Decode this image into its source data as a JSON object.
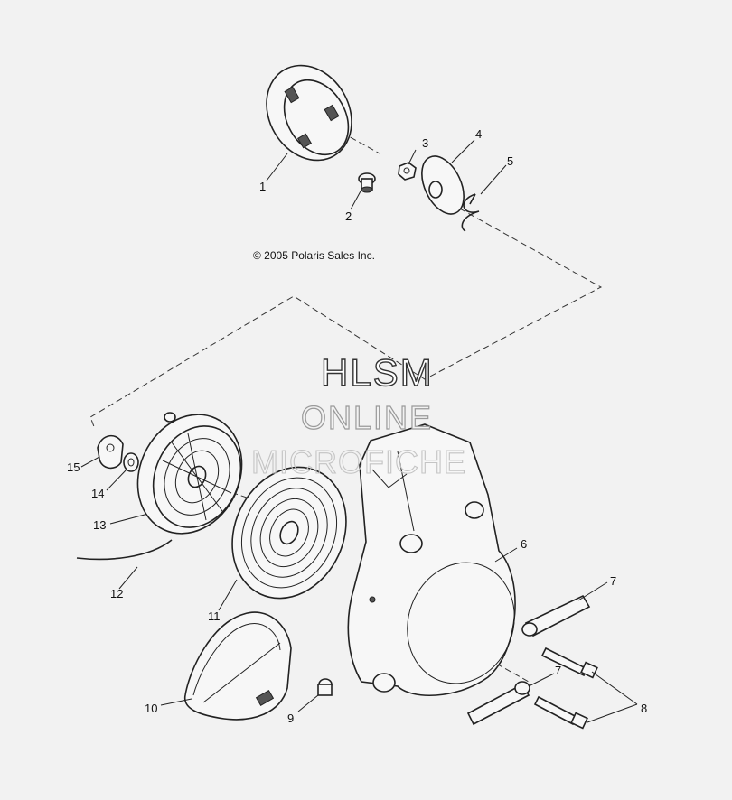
{
  "copyright": "© 2005 Polaris Sales Inc.",
  "watermark": {
    "line1": "HLSM",
    "line2": "ONLINE",
    "line3": "MICROFICHE"
  },
  "callouts": {
    "c1": "1",
    "c2": "2",
    "c3": "3",
    "c4": "4",
    "c5": "5",
    "c6": "6",
    "c7a": "7",
    "c7b": "7",
    "c8": "8",
    "c9": "9",
    "c10": "10",
    "c11": "11",
    "c12": "12",
    "c13": "13",
    "c14": "14",
    "c15": "15"
  },
  "colors": {
    "background": "#f2f2f2",
    "line": "#222222"
  }
}
